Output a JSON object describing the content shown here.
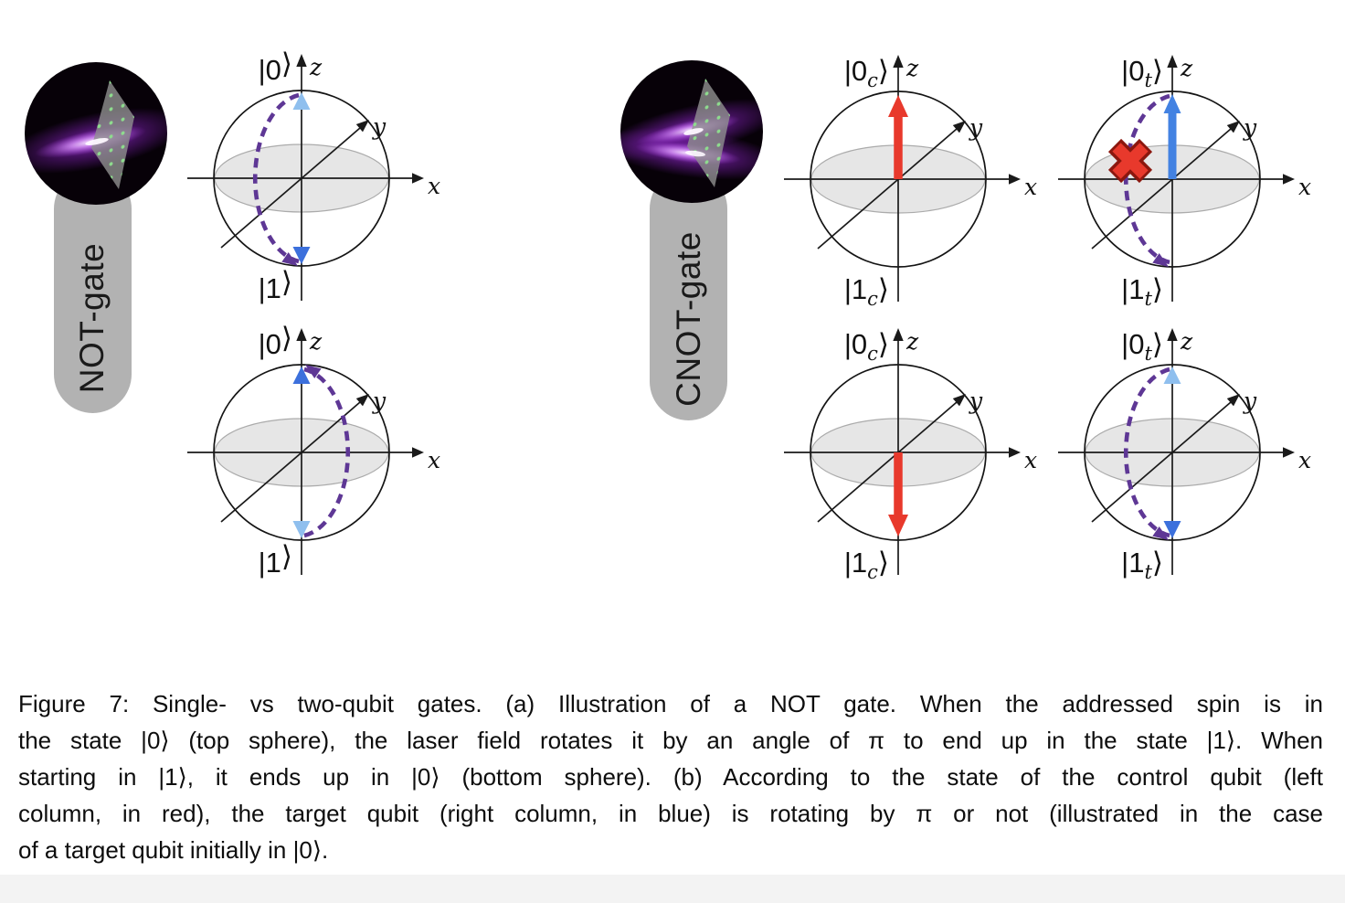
{
  "glyphs": {
    "ket_close": "⟩"
  },
  "axes": {
    "x": "x",
    "y": "y",
    "z": "z"
  },
  "panel_not": {
    "gate_label": "NOT-gate",
    "sphere_top": {
      "top_pre": "|0",
      "top_sub": "",
      "bottom_pre": "|1",
      "bottom_sub": ""
    },
    "sphere_bottom": {
      "top_pre": "|0",
      "top_sub": "",
      "bottom_pre": "|1",
      "bottom_sub": ""
    }
  },
  "panel_cnot": {
    "gate_label": "CNOT-gate",
    "control_top": {
      "top_pre": "|0",
      "top_sub": "c",
      "bottom_pre": "|1",
      "bottom_sub": "c"
    },
    "target_top": {
      "top_pre": "|0",
      "top_sub": "t",
      "bottom_pre": "|1",
      "bottom_sub": "t"
    },
    "control_bottom": {
      "top_pre": "|0",
      "top_sub": "c",
      "bottom_pre": "|1",
      "bottom_sub": "c"
    },
    "target_bottom": {
      "top_pre": "|0",
      "top_sub": "t",
      "bottom_pre": "|1",
      "bottom_sub": "t"
    }
  },
  "caption": {
    "lines": [
      "Figure 7: Single- vs two-qubit gates. (a) Illustration of a NOT gate. When the addressed spin is in",
      "the state |0⟩ (top sphere), the laser field rotates it by an angle of π to end up in the state |1⟩. When",
      "starting in |1⟩, it ends up in |0⟩ (bottom sphere). (b) According to the state of the control qubit (left",
      "column, in red), the target qubit (right column, in blue) is rotating by π or not (illustrated in the case",
      "of a target qubit initially in |0⟩."
    ]
  },
  "colors": {
    "state_blue": "#3C70DC",
    "state_blue_light": "#8FBFEE",
    "control_red": "#E8392C",
    "rotation_purple": "#5E3795",
    "cross_red": "#E8392C",
    "equator_gray": "#E6E6E6",
    "pill_gray": "#B2B2B2",
    "laser_purple": "#8A2BE2"
  }
}
